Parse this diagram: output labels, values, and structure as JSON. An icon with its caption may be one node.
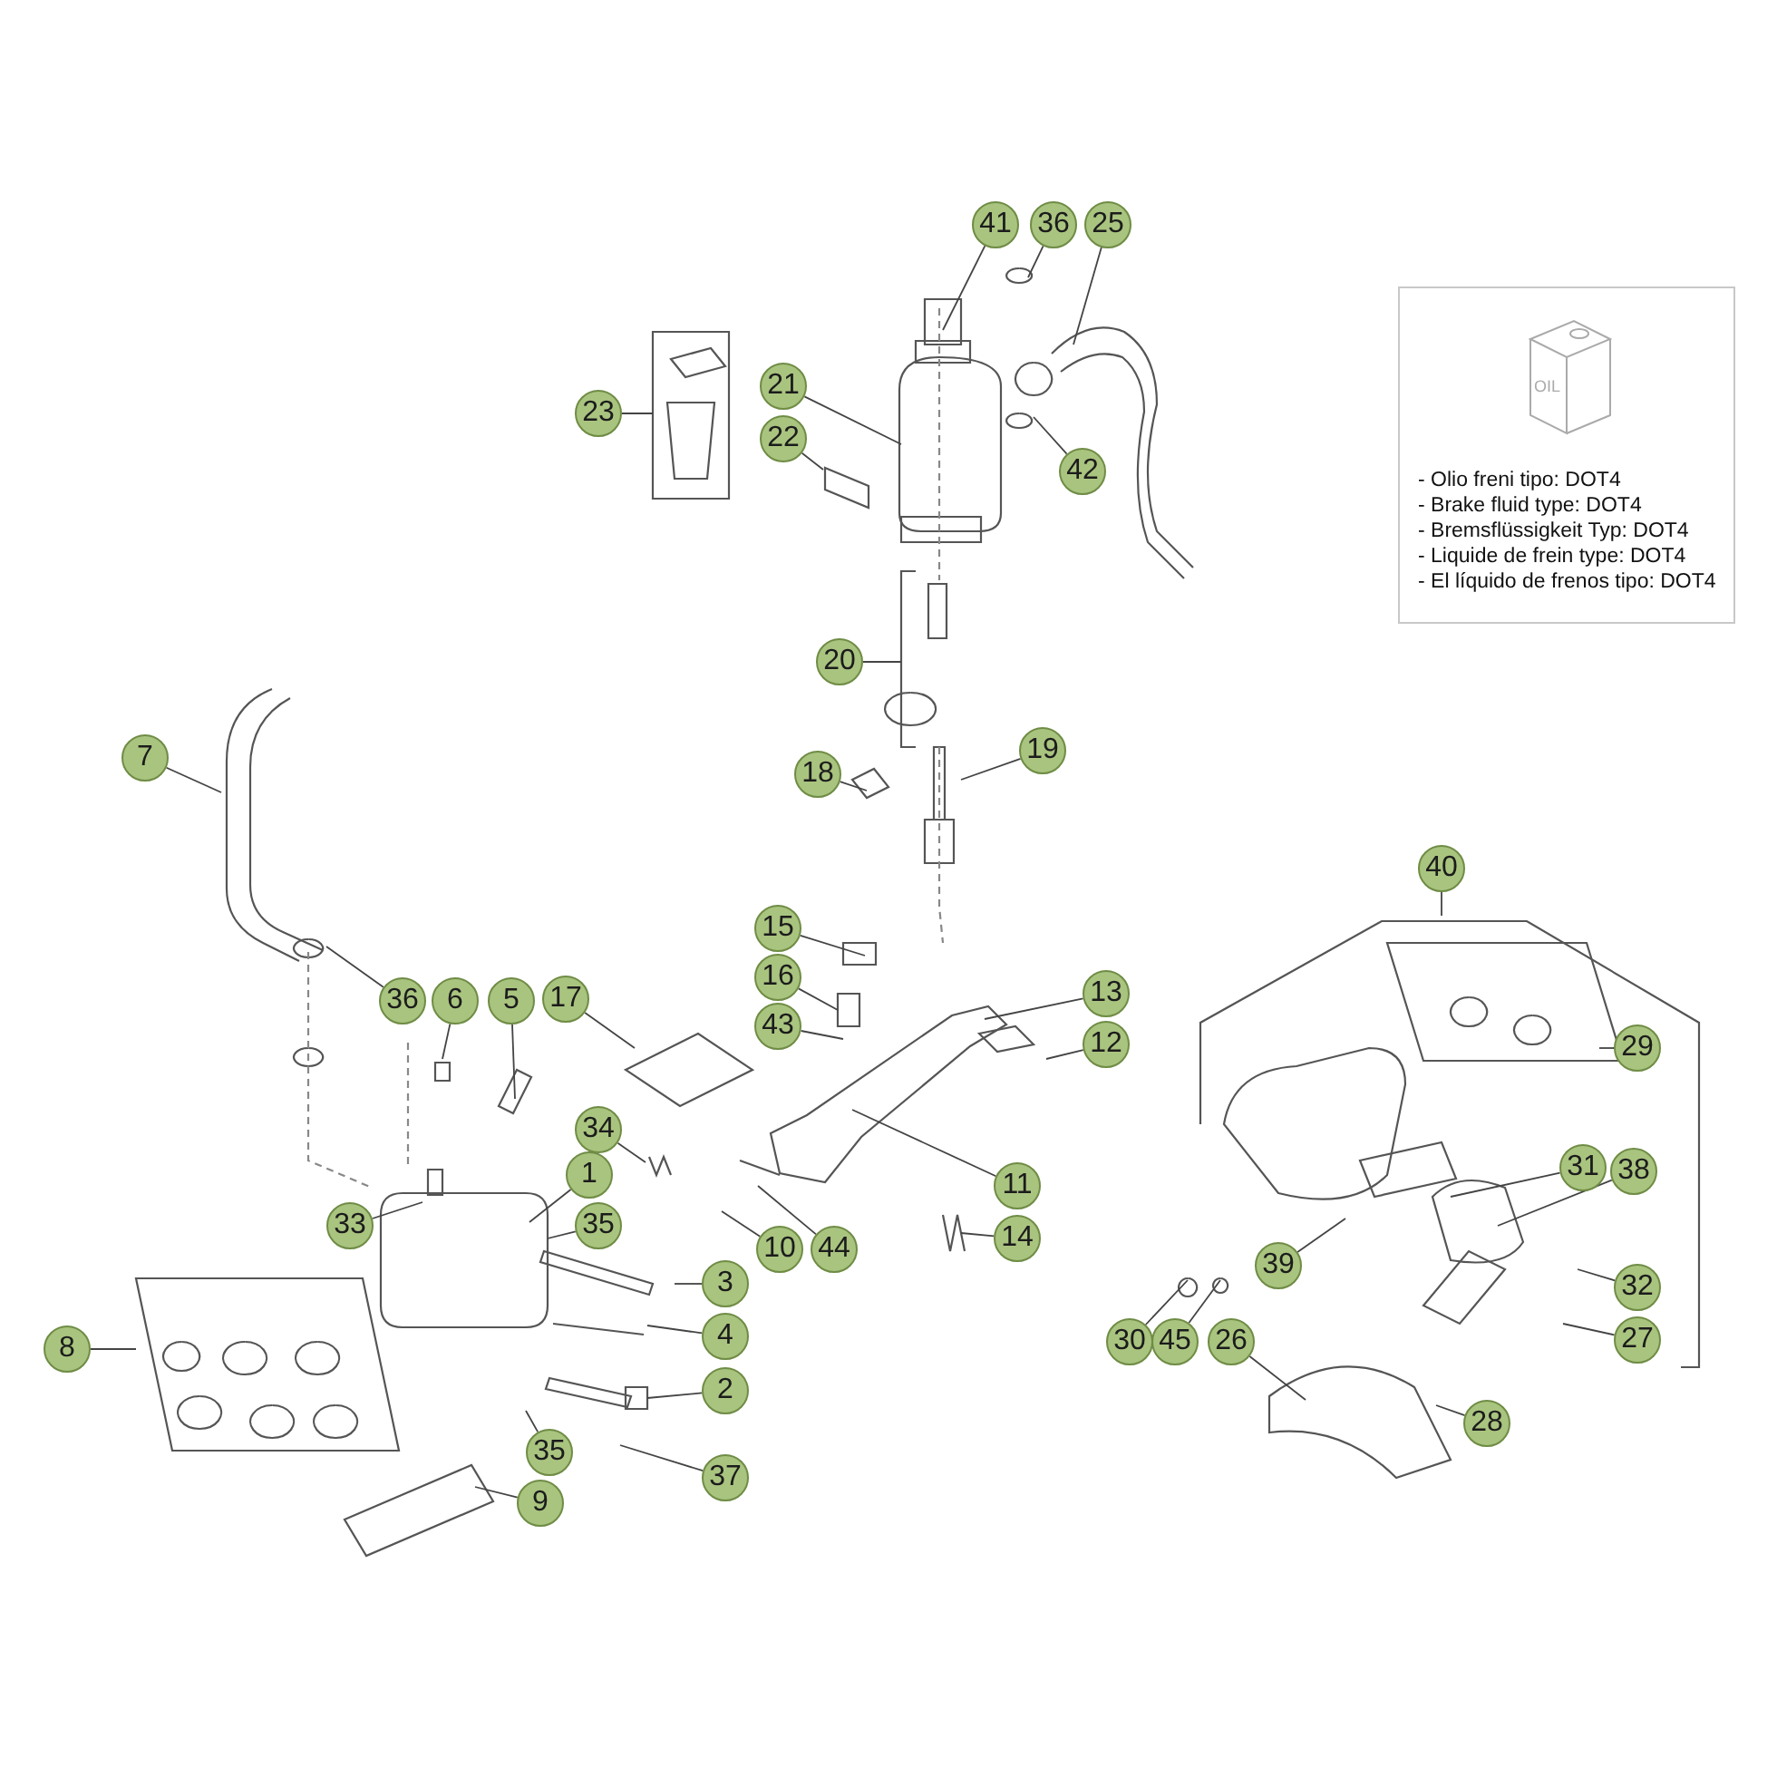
{
  "diagram": {
    "nodes": [
      {
        "text": [
          "41"
        ]
      },
      {
        "text": [
          "36"
        ]
      },
      {
        "text": [
          "25"
        ]
      },
      {
        "text": [
          "21"
        ]
      },
      {
        "text": [
          "22"
        ]
      },
      {
        "text": [
          "42"
        ]
      },
      {
        "text": [
          "23"
        ]
      },
      {
        "text": [
          "20"
        ]
      },
      {
        "text": [
          "18"
        ]
      },
      {
        "text": [
          "19"
        ]
      },
      {
        "text": [
          "7"
        ]
      },
      {
        "text": [
          "40"
        ]
      },
      {
        "text": [
          "15"
        ]
      },
      {
        "text": [
          "16"
        ]
      },
      {
        "text": [
          "43"
        ]
      },
      {
        "text": [
          "13"
        ]
      },
      {
        "text": [
          "12"
        ]
      },
      {
        "text": [
          "17"
        ]
      },
      {
        "text": [
          "36"
        ]
      },
      {
        "text": [
          "6"
        ]
      },
      {
        "text": [
          "5"
        ]
      },
      {
        "text": [
          "29"
        ]
      },
      {
        "text": [
          "34"
        ]
      },
      {
        "text": [
          "1"
        ]
      },
      {
        "text": [
          "31"
        ]
      },
      {
        "text": [
          "38"
        ]
      },
      {
        "text": [
          "11"
        ]
      },
      {
        "text": [
          "33"
        ]
      },
      {
        "text": [
          "35"
        ]
      },
      {
        "text": [
          "10"
        ]
      },
      {
        "text": [
          "44"
        ]
      },
      {
        "text": [
          "14"
        ]
      },
      {
        "text": [
          "39"
        ]
      },
      {
        "text": [
          "3"
        ]
      },
      {
        "text": [
          "32"
        ]
      },
      {
        "text": [
          "4"
        ]
      },
      {
        "text": [
          "8"
        ]
      },
      {
        "text": [
          "27"
        ]
      },
      {
        "text": [
          "30"
        ]
      },
      {
        "text": [
          "45"
        ]
      },
      {
        "text": [
          "26"
        ]
      },
      {
        "text": [
          "2"
        ]
      },
      {
        "text": [
          "28"
        ]
      },
      {
        "text": [
          "35"
        ]
      },
      {
        "text": [
          "37"
        ]
      },
      {
        "text": [
          "9"
        ]
      },
      {
        "text": [
          "- Olio freni tipo: DOT4",
          "- Brake fluid type: DOT4",
          "- Bremsflüssigkeit Typ: DOT4",
          "- Liquide de frein type: DOT4",
          "- El líquido de frenos tipo: DOT4"
        ]
      }
    ],
    "edges": [
      {
        "from": 0,
        "to": null,
        "arrow": "none"
      },
      {
        "from": 1,
        "to": null,
        "arrow": "none"
      },
      {
        "from": 2,
        "to": null,
        "arrow": "none"
      },
      {
        "from": 3,
        "to": null,
        "arrow": "none"
      },
      {
        "from": 4,
        "to": null,
        "arrow": "none"
      },
      {
        "from": 5,
        "to": null,
        "arrow": "none"
      },
      {
        "from": 6,
        "to": null,
        "arrow": "none"
      },
      {
        "from": 7,
        "to": null,
        "arrow": "none"
      },
      {
        "from": 8,
        "to": null,
        "arrow": "none"
      },
      {
        "from": 9,
        "to": null,
        "arrow": "none"
      },
      {
        "from": 10,
        "to": null,
        "arrow": "none"
      },
      {
        "from": 11,
        "to": null,
        "arrow": "none"
      },
      {
        "from": 12,
        "to": null,
        "arrow": "none"
      },
      {
        "from": 13,
        "to": null,
        "arrow": "none"
      },
      {
        "from": 14,
        "to": null,
        "arrow": "none"
      },
      {
        "from": 15,
        "to": null,
        "arrow": "none"
      },
      {
        "from": 16,
        "to": null,
        "arrow": "none"
      },
      {
        "from": 17,
        "to": null,
        "arrow": "none"
      },
      {
        "from": 18,
        "to": null,
        "arrow": "none"
      },
      {
        "from": 19,
        "to": null,
        "arrow": "none"
      },
      {
        "from": 20,
        "to": null,
        "arrow": "none"
      },
      {
        "from": 21,
        "to": null,
        "arrow": "none"
      },
      {
        "from": 22,
        "to": null,
        "arrow": "none"
      },
      {
        "from": 23,
        "to": null,
        "arrow": "none"
      },
      {
        "from": 24,
        "to": null,
        "arrow": "none"
      },
      {
        "from": 25,
        "to": null,
        "arrow": "none"
      },
      {
        "from": 26,
        "to": null,
        "arrow": "none"
      },
      {
        "from": 27,
        "to": null,
        "arrow": "none"
      },
      {
        "from": 28,
        "to": null,
        "arrow": "none"
      },
      {
        "from": 29,
        "to": null,
        "arrow": "none"
      },
      {
        "from": 30,
        "to": null,
        "arrow": "none"
      },
      {
        "from": 31,
        "to": null,
        "arrow": "none"
      },
      {
        "from": 32,
        "to": null,
        "arrow": "none"
      },
      {
        "from": 33,
        "to": null,
        "arrow": "none"
      },
      {
        "from": 34,
        "to": null,
        "arrow": "none"
      },
      {
        "from": 35,
        "to": null,
        "arrow": "none"
      },
      {
        "from": 36,
        "to": null,
        "arrow": "none"
      },
      {
        "from": 37,
        "to": null,
        "arrow": "none"
      },
      {
        "from": 38,
        "to": null,
        "arrow": "none"
      },
      {
        "from": 39,
        "to": null,
        "arrow": "none"
      },
      {
        "from": 40,
        "to": null,
        "arrow": "none"
      },
      {
        "from": 41,
        "to": null,
        "arrow": "none"
      },
      {
        "from": 42,
        "to": null,
        "arrow": "none"
      },
      {
        "from": 43,
        "to": null,
        "arrow": "none"
      },
      {
        "from": 44,
        "to": null,
        "arrow": "none"
      },
      {
        "from": 45,
        "to": null,
        "arrow": "none"
      }
    ],
    "labels": [
      "OIL"
    ]
  }
}
